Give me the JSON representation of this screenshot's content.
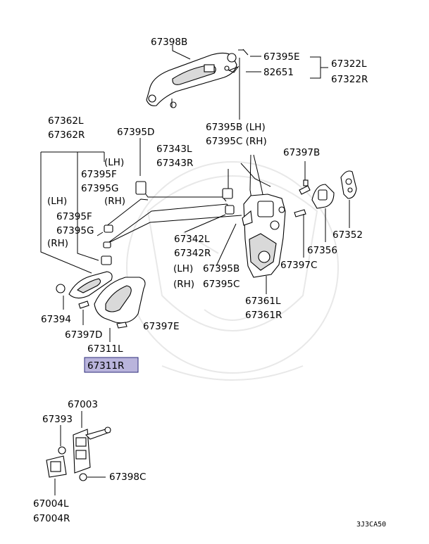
{
  "diagram_code": "3J3CA50",
  "labels": {
    "p67398b": "67398B",
    "p67395e": "67395E",
    "p82651": "82651",
    "p67322l": "67322L",
    "p67322r": "67322R",
    "p67362l": "67362L",
    "p67362r": "67362R",
    "p67395d": "67395D",
    "p67343l": "67343L",
    "p67343r": "67343R",
    "p67395b_lh": "67395B (LH)",
    "p67395c_rh": "67395C (RH)",
    "p67397b": "67397B",
    "lh1": "(LH)",
    "p67395f_1": "67395F",
    "p67395g_1": "67395G",
    "rh1": "(RH)",
    "lh2": "(LH)",
    "p67395f_2": "67395F",
    "p67395g_2": "67395G",
    "rh2": "(RH)",
    "p67342l": "67342L",
    "p67342r": "67342R",
    "p67352": "67352",
    "p67356": "67356",
    "lh3": "(LH)",
    "p67395b_2": "67395B",
    "rh3": "(RH)",
    "p67395c_2": "67395C",
    "p67397c": "67397C",
    "p67394": "67394",
    "p67397d": "67397D",
    "p67397e": "67397E",
    "p67361l": "67361L",
    "p67361r": "67361R",
    "p67311l": "67311L",
    "p67311r": "67311R",
    "p67003": "67003",
    "p67393": "67393",
    "p67398c": "67398C",
    "p67004l": "67004L",
    "p67004r": "67004R"
  },
  "highlighted_part": "67311R",
  "colors": {
    "highlight": "#b9b4dc",
    "ink": "#000000",
    "watermark": "#e6e6e6"
  }
}
